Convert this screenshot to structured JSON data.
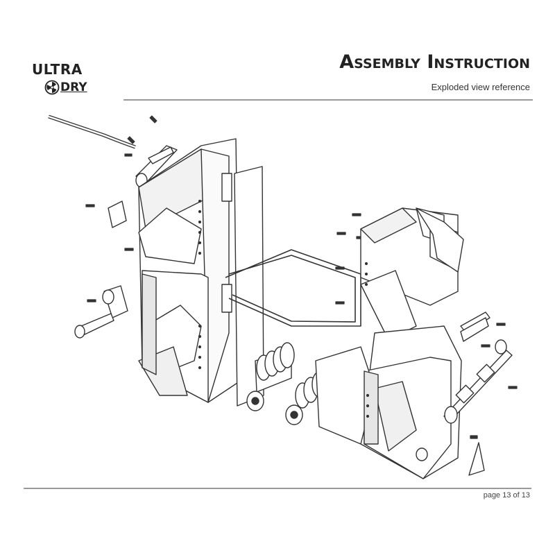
{
  "brand": {
    "logo_top": "ULTRA",
    "logo_bottom": "DRY",
    "logo_mark_icon": "fan-icon"
  },
  "header": {
    "title": "Assembly Instruction",
    "subtitle": "Exploded view reference"
  },
  "footer": {
    "page": "page 13 of 13"
  },
  "figure": {
    "kind": "exploded-assembly-drawing",
    "line_color": "#333333",
    "fill_color": "#ffffff",
    "shade_color": "#e6e6e6"
  }
}
